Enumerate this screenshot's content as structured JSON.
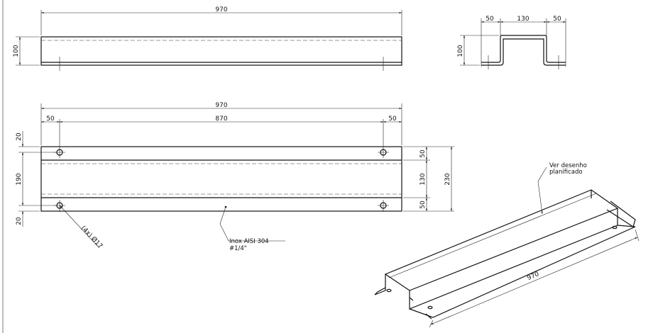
{
  "top_view": {
    "length": "970",
    "height": "100"
  },
  "section_view": {
    "left_flange": "50",
    "channel_width": "130",
    "right_flange": "50",
    "height": "100"
  },
  "plan_view": {
    "length": "970",
    "left_offset": "50",
    "hole_spacing": "870",
    "right_offset": "50",
    "left_top": "20",
    "left_middle": "190",
    "left_bottom": "20",
    "right_top": "50",
    "right_middle": "130",
    "right_bottom": "50",
    "overall_width": "230",
    "hole_callout": "(4x) Ø17",
    "material_line1": "Inox AISI 304",
    "material_line2": "#1/4\""
  },
  "iso_view": {
    "note_line1": "Ver desenho",
    "note_line2": "planificado",
    "length": "970"
  }
}
